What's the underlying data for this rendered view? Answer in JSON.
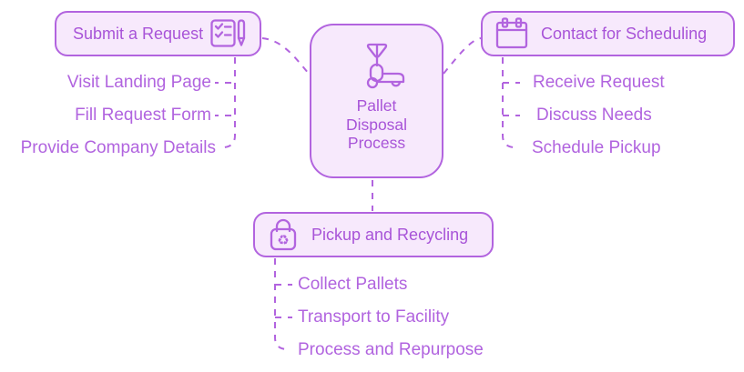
{
  "diagram": {
    "title": "Pallet Disposal Process mindmap",
    "root": {
      "label": "Pallet Disposal Process",
      "icon": "pallet-jack-icon"
    },
    "branches": [
      {
        "label": "Submit a Request",
        "icon": "checklist-pen-icon",
        "children": [
          "Visit Landing Page",
          "Fill Request Form",
          "Provide Company Details"
        ]
      },
      {
        "label": "Contact for Scheduling",
        "icon": "calendar-icon",
        "children": [
          "Receive Request",
          "Discuss Needs",
          "Schedule Pickup"
        ]
      },
      {
        "label": "Pickup and Recycling",
        "icon": "recycle-bag-icon",
        "children": [
          "Collect Pallets",
          "Transport to Facility",
          "Process and Repurpose"
        ]
      }
    ],
    "icons": {
      "recycle_glyph": "♻"
    },
    "colors": {
      "node_fill": "#F7E9FC",
      "node_border": "#B264DF",
      "node_text": "#A854D8",
      "leaf_text": "#B164DF",
      "connector": "#B264DF",
      "background": "#FFFFFF"
    }
  }
}
